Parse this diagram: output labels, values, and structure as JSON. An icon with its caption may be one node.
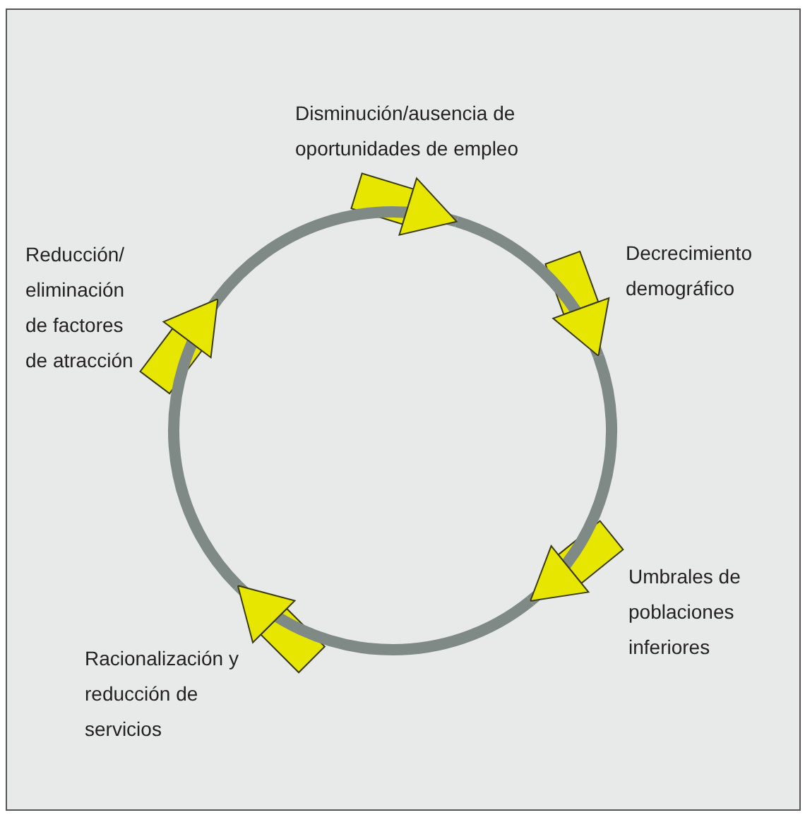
{
  "diagram": {
    "nodes": [
      {
        "text": [
          "Disminución/ausencia de oportunidades de empleo"
        ]
      },
      {
        "text": [
          "Reducción/ eliminación de factores de atracción"
        ]
      },
      {
        "text": [
          "Decrecimiento demográfico"
        ]
      },
      {
        "text": [
          "Umbrales de poblaciones inferiores"
        ]
      },
      {
        "text": [
          "Racionalización y reducción de servicios"
        ]
      }
    ],
    "edges": [
      {
        "from": 0,
        "to": 2,
        "arrow": "to"
      },
      {
        "from": 2,
        "to": 3,
        "arrow": "to"
      },
      {
        "from": 3,
        "to": 4,
        "arrow": "to"
      },
      {
        "from": 4,
        "to": 1,
        "arrow": "to"
      },
      {
        "from": 1,
        "to": 0,
        "arrow": "to"
      }
    ]
  }
}
